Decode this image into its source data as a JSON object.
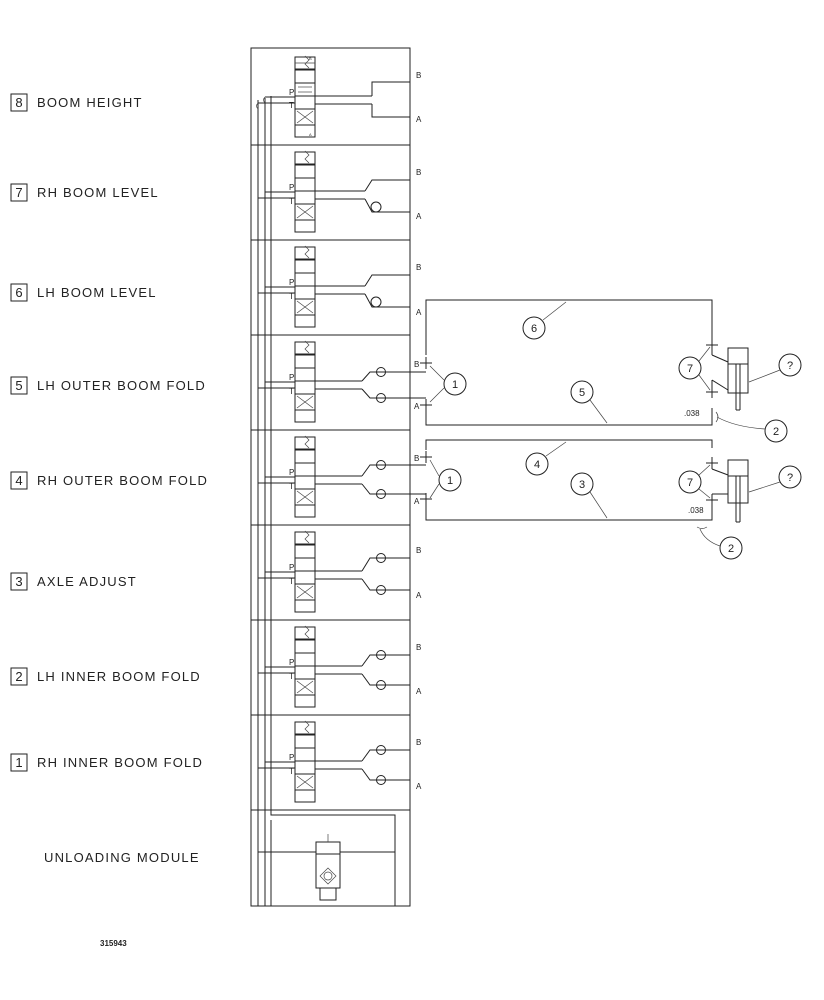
{
  "sections": [
    {
      "number": "8",
      "label": "BOOM HEIGHT",
      "port_b": "B",
      "port_a": "A"
    },
    {
      "number": "7",
      "label": "RH BOOM LEVEL",
      "port_b": "B",
      "port_a": "A"
    },
    {
      "number": "6",
      "label": "LH BOOM LEVEL",
      "port_b": "B",
      "port_a": "A"
    },
    {
      "number": "5",
      "label": "LH OUTER BOOM FOLD",
      "port_b": "B",
      "port_a": "A"
    },
    {
      "number": "4",
      "label": "RH OUTER BOOM FOLD",
      "port_b": "B",
      "port_a": "A"
    },
    {
      "number": "3",
      "label": "AXLE  ADJUST",
      "port_b": "B",
      "port_a": "A"
    },
    {
      "number": "2",
      "label": "LH INNER BOOM FOLD",
      "port_b": "B",
      "port_a": "A"
    },
    {
      "number": "1",
      "label": "RH INNER BOOM FOLD",
      "port_b": "B",
      "port_a": "A"
    }
  ],
  "unloading_module": {
    "label": "UNLOADING MODULE"
  },
  "spool_marks": {
    "p": "P",
    "t": "T",
    "b": "B",
    "a": "A"
  },
  "callouts": {
    "c1": "1",
    "c2": "2",
    "c3": "3",
    "c4": "4",
    "c5": "5",
    "c6": "6",
    "c7": "7",
    "unknown": "?"
  },
  "orifice_size": ".038",
  "figure_id": "315943"
}
